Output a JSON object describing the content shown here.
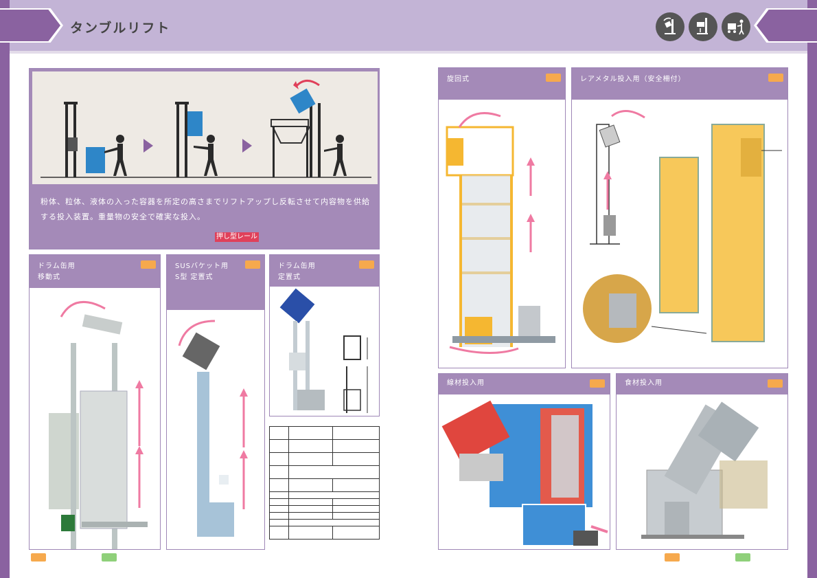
{
  "header": {
    "title": "タンブルリフト",
    "icons": [
      "tumble-lift-icon",
      "lift-up-icon",
      "operator-cart-icon"
    ]
  },
  "intro": {
    "description": "粉体、粒体、液体の入った容器を所定の高さまでリフトアップし反転させて内容物を供給する投入装置。重量物の安全で確実な投入。",
    "note": "押し型レール"
  },
  "panels": {
    "drum_mobile": {
      "title_line1": "ドラム缶用",
      "title_line2": "移動式"
    },
    "sus_bucket": {
      "title_line1": "SUSバケット用",
      "title_line2": "S型 定置式"
    },
    "drum_fixed": {
      "title_line1": "ドラム缶用",
      "title_line2": "定置式"
    },
    "rotary": {
      "title": "旋回式"
    },
    "rare_metal": {
      "title": "レアメタル投入用（安全柵付）"
    },
    "wire": {
      "title": "線材投入用"
    },
    "food": {
      "title": "食材投入用"
    }
  },
  "colors": {
    "frame": "#8a62a0",
    "header_bg": "#c3b4d6",
    "panel_head": "#a48ab8",
    "chip_orange": "#f6a94d",
    "chip_green": "#8fd07a",
    "arrow_pink": "#ef7aa2",
    "frame_yellow": "#f5b731"
  }
}
